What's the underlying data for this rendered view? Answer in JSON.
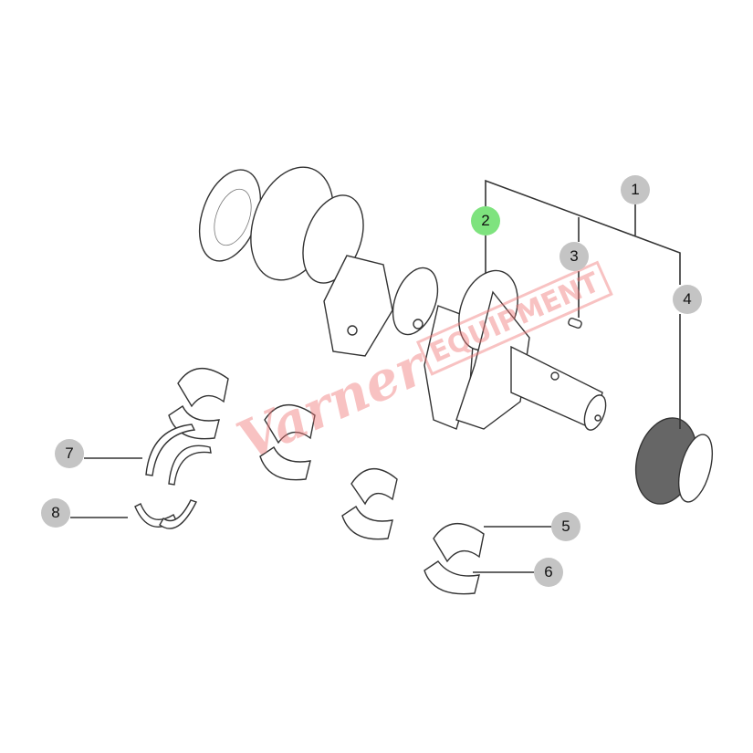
{
  "diagram": {
    "title": "Crankshaft assembly exploded view",
    "callouts": [
      {
        "label": "1",
        "part": "crankshaft-assembly"
      },
      {
        "label": "2",
        "part": "crankshaft",
        "highlighted": true
      },
      {
        "label": "3",
        "part": "key"
      },
      {
        "label": "4",
        "part": "gear"
      },
      {
        "label": "5",
        "part": "main-bearing-upper"
      },
      {
        "label": "6",
        "part": "main-bearing-lower"
      },
      {
        "label": "7",
        "part": "thrust-washer-upper"
      },
      {
        "label": "8",
        "part": "thrust-washer-lower"
      }
    ],
    "highlight_color": "#7ee37e",
    "callout_color": "#c4c4c4"
  },
  "watermark": {
    "script": "Varner",
    "block": "EQUIPMENT"
  }
}
